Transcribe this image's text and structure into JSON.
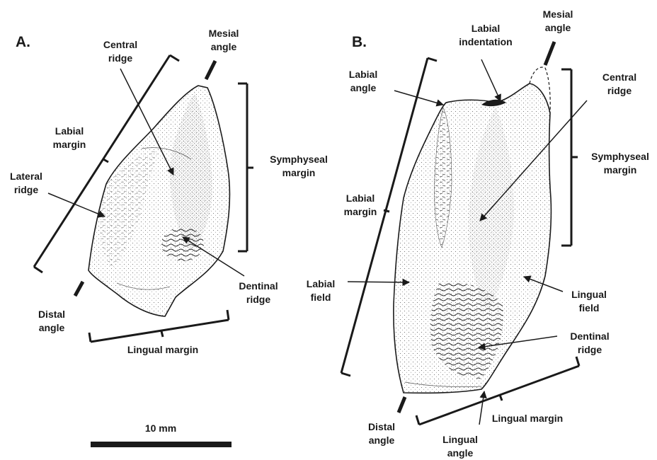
{
  "panels": [
    {
      "letter": "A."
    },
    {
      "letter": "B."
    }
  ],
  "panel_a": {
    "central_ridge": [
      "Central",
      "ridge"
    ],
    "mesial_angle": [
      "Mesial",
      "angle"
    ],
    "labial_margin": [
      "Labial",
      "margin"
    ],
    "lateral_ridge": [
      "Lateral",
      "ridge"
    ],
    "symphyseal_margin": [
      "Symphyseal",
      "margin"
    ],
    "dentinal_ridge": [
      "Dentinal",
      "ridge"
    ],
    "distal_angle": [
      "Distal",
      "angle"
    ],
    "lingual_margin": "Lingual margin"
  },
  "panel_b": {
    "mesial_angle": [
      "Mesial",
      "angle"
    ],
    "labial_indentation": [
      "Labial",
      "indentation"
    ],
    "labial_angle": [
      "Labial",
      "angle"
    ],
    "central_ridge": [
      "Central",
      "ridge"
    ],
    "symphyseal_margin": [
      "Symphyseal",
      "margin"
    ],
    "labial_margin": [
      "Labial",
      "margin"
    ],
    "labial_field": [
      "Labial",
      "field"
    ],
    "lingual_field": [
      "Lingual",
      "field"
    ],
    "dentinal_ridge": [
      "Dentinal",
      "ridge"
    ],
    "distal_angle": [
      "Distal",
      "angle"
    ],
    "lingual_angle": [
      "Lingual",
      "angle"
    ],
    "lingual_margin": "Lingual margin"
  },
  "scale_bar": {
    "label": "10 mm"
  },
  "colors": {
    "ink": "#1a1a1a",
    "background": "#ffffff"
  }
}
